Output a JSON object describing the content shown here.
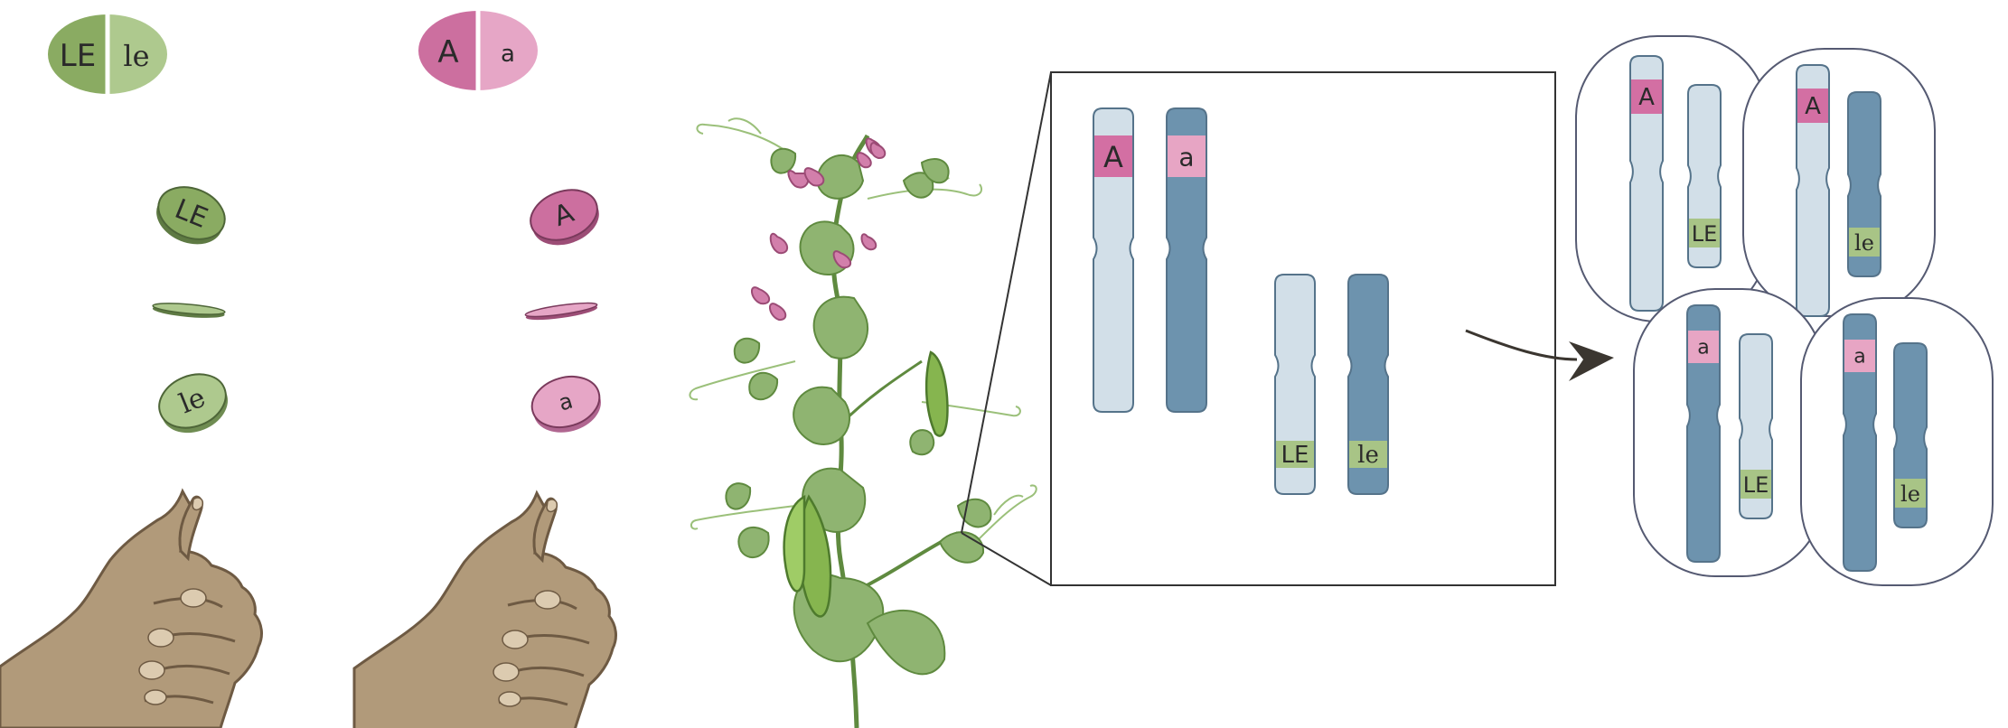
{
  "colors": {
    "green_dark": "#8aab62",
    "green_light": "#aec98e",
    "pink_dark": "#cc6f9f",
    "pink_light": "#e6a6c6",
    "chrom_light": "#d2dfe8",
    "chrom_dark": "#6d93ae",
    "chrom_outline": "#55738a",
    "band_pink": "#d36fa3",
    "band_pink_light": "#e7a5c4",
    "band_green": "#a8c486",
    "skin": "#b19a7a",
    "skin_outline": "#6e5a43",
    "leaf": "#8fb471",
    "leaf_dark": "#5f8a3f",
    "pod": "#86b54f",
    "flower": "#d27fab",
    "box_line": "#333333",
    "arrow": "#3b3630"
  },
  "coin_pairs": [
    {
      "id": "le-gene",
      "badge_left": "LE",
      "badge_right": "le",
      "coin_top": "LE",
      "coin_bottom": "le"
    },
    {
      "id": "a-gene",
      "badge_left": "A",
      "badge_right": "a",
      "coin_top": "A",
      "coin_bottom": "a"
    }
  ],
  "inset": {
    "chromosomes": [
      {
        "id": "chrom-A",
        "shade": "light",
        "label": "A"
      },
      {
        "id": "chrom-a",
        "shade": "dark",
        "label": "a"
      },
      {
        "id": "chrom-LE",
        "shade": "light",
        "label": "LE"
      },
      {
        "id": "chrom-le",
        "shade": "dark",
        "label": "le"
      }
    ]
  },
  "gametes": [
    {
      "id": "gamete-A-LE",
      "long_label": "A",
      "short_label": "LE"
    },
    {
      "id": "gamete-A-le",
      "long_label": "A",
      "short_label": "le"
    },
    {
      "id": "gamete-a-LE",
      "long_label": "a",
      "short_label": "LE"
    },
    {
      "id": "gamete-a-le",
      "long_label": "a",
      "short_label": "le"
    }
  ]
}
